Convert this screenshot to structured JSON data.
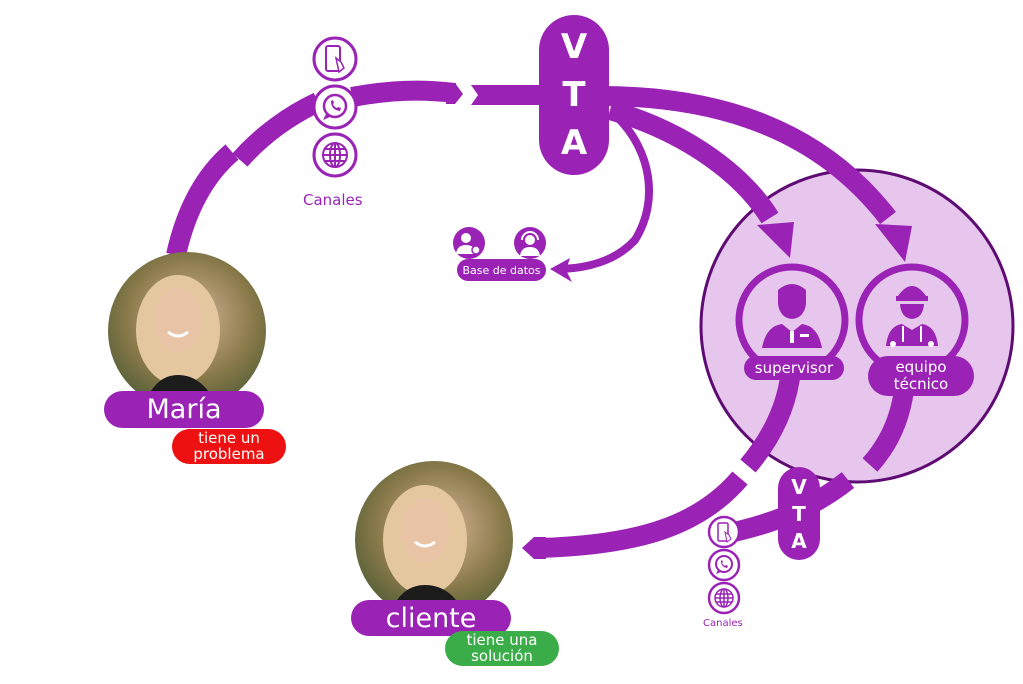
{
  "colors": {
    "primary": "#9a23b5",
    "light_circle": "#e6c6ec",
    "circle_border": "#5e0b74",
    "problem_badge": "#ee1111",
    "solution_badge": "#3aad48",
    "white": "#ffffff"
  },
  "maria": {
    "name": "María",
    "status": "tiene un problema",
    "status_line1": "tiene un",
    "status_line2": "problema"
  },
  "cliente": {
    "name": "cliente",
    "status": "tiene una solución",
    "status_line1": "tiene una",
    "status_line2": "solución"
  },
  "channels_top": {
    "label": "Canales",
    "icons": [
      "smartphone-touch-icon",
      "whatsapp-icon",
      "globe-icon"
    ]
  },
  "channels_bottom": {
    "label": "Canales",
    "icons": [
      "smartphone-touch-icon",
      "whatsapp-icon",
      "globe-icon"
    ]
  },
  "vta_top": {
    "letters": [
      "V",
      "T",
      "A"
    ]
  },
  "vta_bottom": {
    "letters": [
      "V",
      "T",
      "A"
    ]
  },
  "database": {
    "label": "Base de datos",
    "icons": [
      "user-gear-icon",
      "headset-agent-icon"
    ]
  },
  "team": {
    "supervisor": {
      "label": "supervisor",
      "icon": "supervisor-icon"
    },
    "technical": {
      "label_line1": "equipo",
      "label_line2": "técnico",
      "icon": "worker-helmet-icon"
    }
  }
}
